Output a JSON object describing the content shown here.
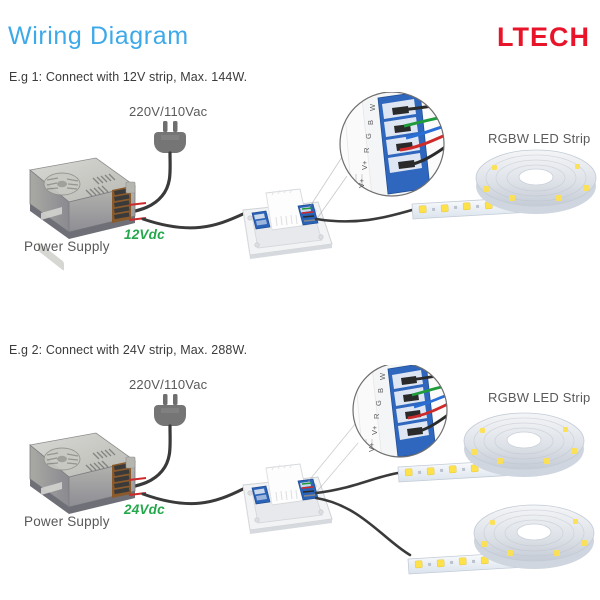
{
  "header": {
    "title": "Wiring Diagram",
    "brand": "LTECH",
    "title_color": "#3ea9e8",
    "brand_color": "#e8152a"
  },
  "examples": [
    {
      "caption": "E.g 1: Connect with 12V strip, Max. 144W.",
      "ac_label": "220V/110Vac",
      "dc_label": "12Vdc",
      "dc_color": "#25a84c",
      "power_supply_label": "Power Supply",
      "strip_label": "RGBW LED Strip",
      "terminal_labels": [
        "V+",
        "V+",
        "R",
        "G",
        "B",
        "W"
      ],
      "strip_count": 1
    },
    {
      "caption": "E.g 2: Connect with 24V strip, Max. 288W.",
      "ac_label": "220V/110Vac",
      "dc_label": "24Vdc",
      "dc_color": "#25a84c",
      "power_supply_label": "Power Supply",
      "strip_label": "RGBW LED Strip",
      "terminal_labels": [
        "V+",
        "V+",
        "R",
        "G",
        "B",
        "W"
      ],
      "strip_count": 2
    }
  ],
  "icons": {
    "plug": "ac-plug-icon",
    "power_supply": "power-supply-icon",
    "controller": "wall-controller-icon",
    "magnifier": "magnifier-circle-icon",
    "led_reel": "led-strip-reel-icon"
  },
  "wire_colors": {
    "black": "#2b2b2b",
    "red": "#cc2222",
    "green": "#1f9b3c",
    "blue": "#2a6fd6",
    "white": "#f2f2f2"
  }
}
